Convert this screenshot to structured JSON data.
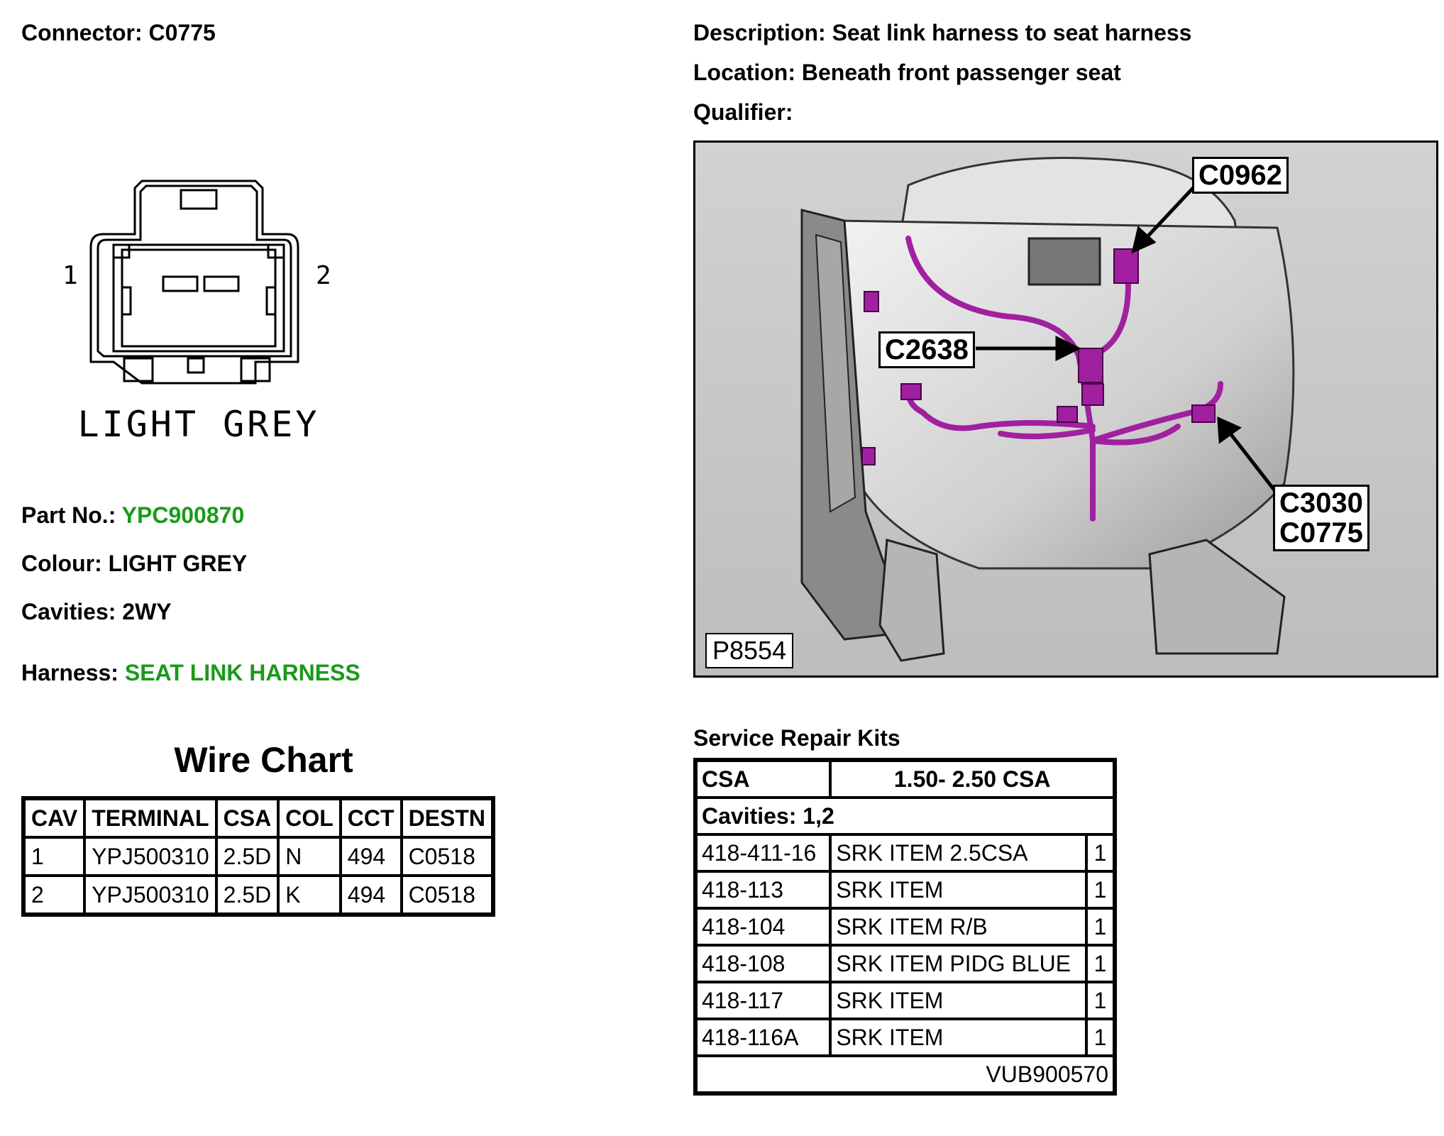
{
  "connector": {
    "label": "Connector:",
    "value": "C0775"
  },
  "description": {
    "label": "Description:",
    "value": "Seat link harness to seat harness"
  },
  "location": {
    "label": "Location:",
    "value": "Beneath front passenger seat"
  },
  "qualifier": {
    "label": "Qualifier:",
    "value": ""
  },
  "diagram": {
    "pin_left": "1",
    "pin_right": "2",
    "colour_caption": "LIGHT GREY"
  },
  "part_no": {
    "label": "Part No.:",
    "value": "YPC900870"
  },
  "colour": {
    "label": "Colour:",
    "value": "LIGHT GREY"
  },
  "cavities": {
    "label": "Cavities:",
    "value": "2WY"
  },
  "harness": {
    "label": "Harness:",
    "value": "SEAT LINK HARNESS"
  },
  "wire_chart": {
    "title": "Wire Chart",
    "headers": [
      "CAV",
      "TERMINAL",
      "CSA",
      "COL",
      "CCT",
      "DESTN"
    ],
    "rows": [
      [
        "1",
        "YPJ500310",
        "2.5D",
        "N",
        "494",
        "C0518"
      ],
      [
        "2",
        "YPJ500310",
        "2.5D",
        "K",
        "494",
        "C0518"
      ]
    ]
  },
  "location_image": {
    "figure_id": "P8554",
    "callouts": [
      "C0962",
      "C2638",
      "C3030",
      "C0775"
    ]
  },
  "service_repair_kits": {
    "title": "Service Repair Kits",
    "csa_label": "CSA",
    "csa_value": "1.50- 2.50 CSA",
    "cavities": "Cavities: 1,2",
    "items": [
      {
        "code": "418-411-16",
        "name": "SRK ITEM 2.5CSA",
        "qty": "1"
      },
      {
        "code": "418-113",
        "name": "SRK ITEM",
        "qty": "1"
      },
      {
        "code": "418-104",
        "name": "SRK ITEM R/B",
        "qty": "1"
      },
      {
        "code": "418-108",
        "name": "SRK ITEM PIDG BLUE",
        "qty": "1"
      },
      {
        "code": "418-117",
        "name": "SRK ITEM",
        "qty": "1"
      },
      {
        "code": "418-116A",
        "name": "SRK ITEM",
        "qty": "1"
      }
    ],
    "footer": "VUB900570"
  },
  "colors": {
    "green_text": "#1a9a1a",
    "harness_purple": "#a020a0"
  }
}
